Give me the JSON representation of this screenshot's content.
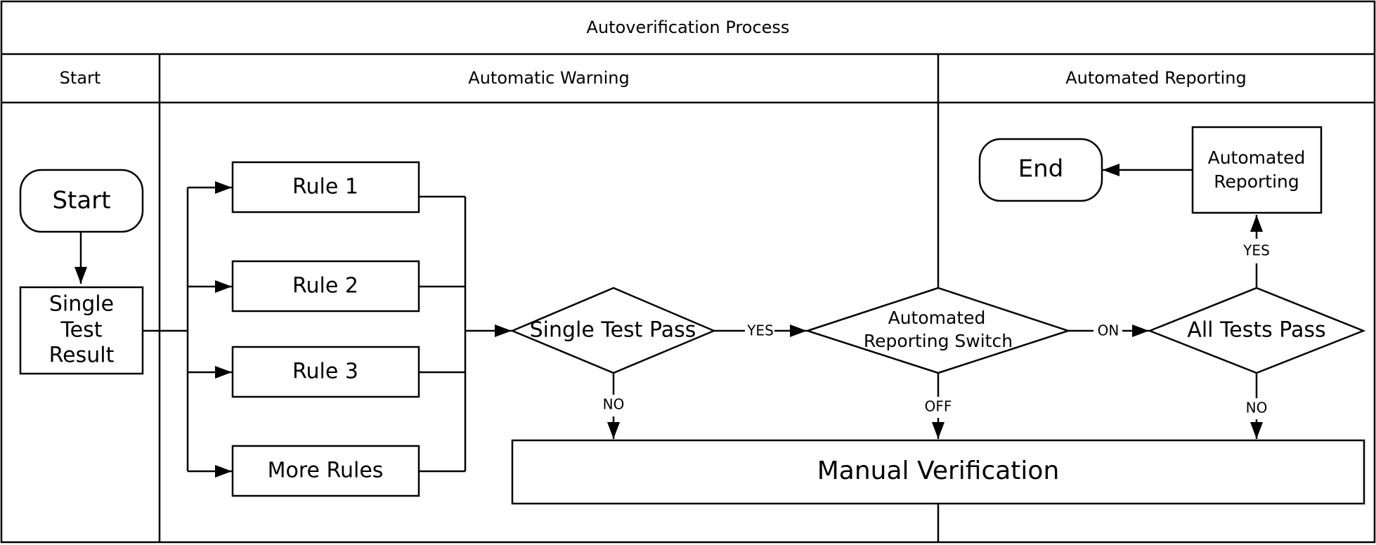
{
  "title": "Autoverification Process",
  "lanes": {
    "start": "Start",
    "warning": "Automatic Warning",
    "reporting": "Automated Reporting"
  },
  "nodes": {
    "start": "Start",
    "single_test_result": [
      "Single",
      "Test",
      "Result"
    ],
    "rule1": "Rule 1",
    "rule2": "Rule 2",
    "rule3": "Rule 3",
    "more_rules": "More Rules",
    "single_test_pass": "Single Test Pass",
    "auto_switch": [
      "Automated",
      "Reporting Switch"
    ],
    "all_tests_pass": "All Tests Pass",
    "automated_reporting": [
      "Automated",
      "Reporting"
    ],
    "end": "End",
    "manual_verification": "Manual Verification"
  },
  "edges": {
    "yes1": "YES",
    "yes2": "YES",
    "on": "ON",
    "off": "OFF",
    "no1": "NO",
    "no2": "NO"
  }
}
